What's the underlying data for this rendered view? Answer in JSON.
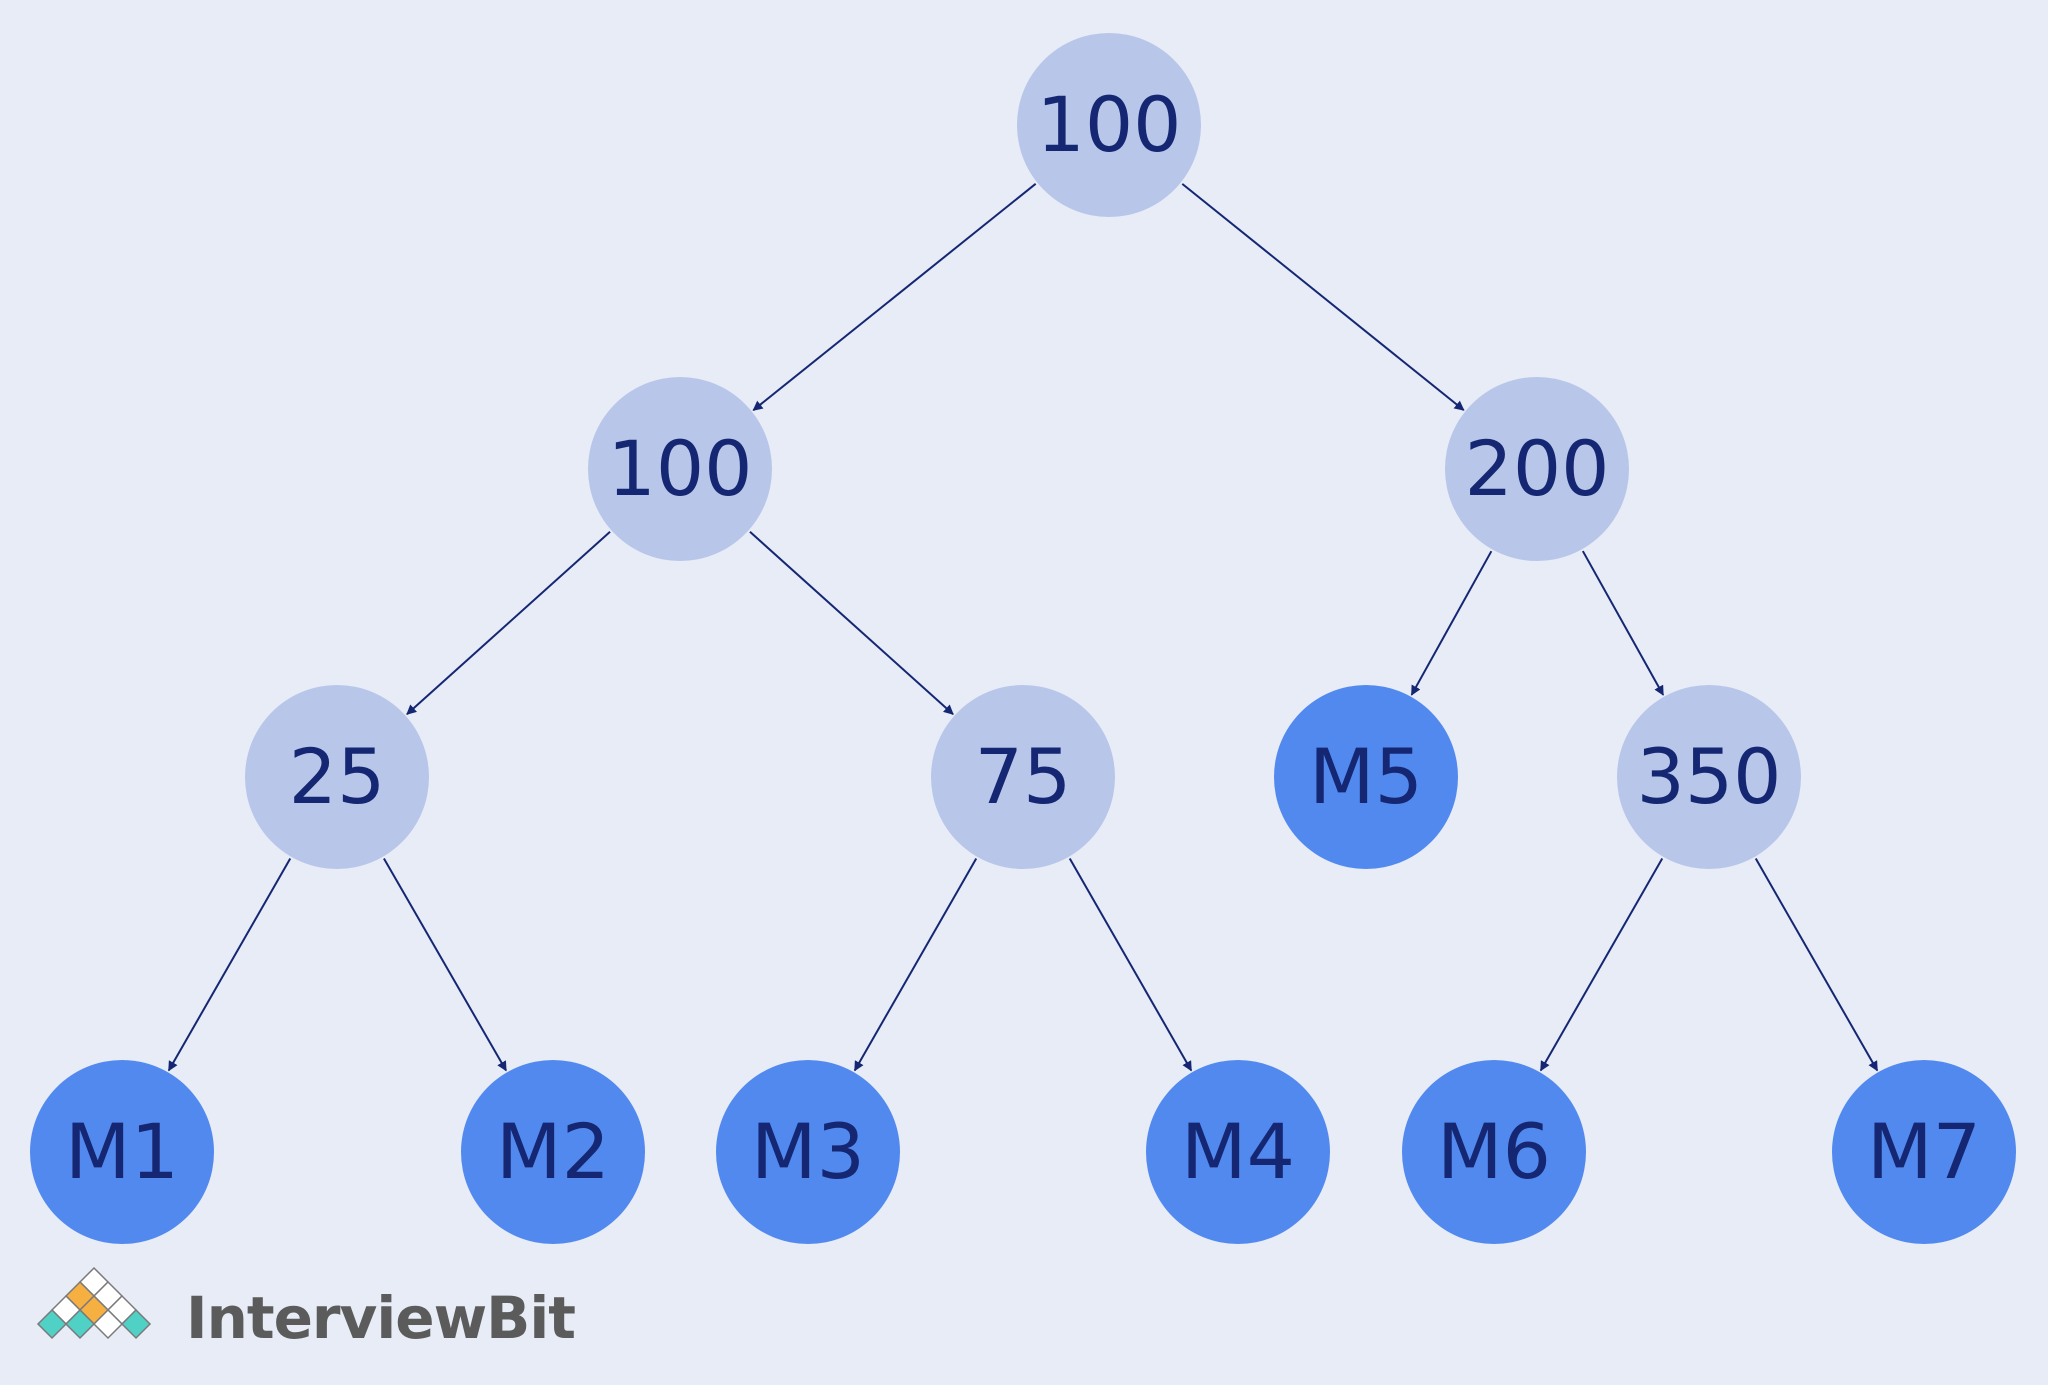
{
  "colors": {
    "background": "#e7ecf7",
    "internal_node": "#b8c6e9",
    "leaf_node": "#5289ef",
    "text": "#152772",
    "edge": "#152772"
  },
  "tree": {
    "nodes": [
      {
        "id": "root",
        "label": "100",
        "kind": "internal"
      },
      {
        "id": "l1-left",
        "label": "100",
        "kind": "internal"
      },
      {
        "id": "l1-right",
        "label": "200",
        "kind": "internal"
      },
      {
        "id": "l2-25",
        "label": "25",
        "kind": "internal"
      },
      {
        "id": "l2-75",
        "label": "75",
        "kind": "internal"
      },
      {
        "id": "leaf-m5",
        "label": "M5",
        "kind": "leaf"
      },
      {
        "id": "l2-350",
        "label": "350",
        "kind": "internal"
      },
      {
        "id": "leaf-m1",
        "label": "M1",
        "kind": "leaf"
      },
      {
        "id": "leaf-m2",
        "label": "M2",
        "kind": "leaf"
      },
      {
        "id": "leaf-m3",
        "label": "M3",
        "kind": "leaf"
      },
      {
        "id": "leaf-m4",
        "label": "M4",
        "kind": "leaf"
      },
      {
        "id": "leaf-m6",
        "label": "M6",
        "kind": "leaf"
      },
      {
        "id": "leaf-m7",
        "label": "M7",
        "kind": "leaf"
      }
    ],
    "edges": [
      {
        "from": "root",
        "to": "l1-left"
      },
      {
        "from": "root",
        "to": "l1-right"
      },
      {
        "from": "l1-left",
        "to": "l2-25"
      },
      {
        "from": "l1-left",
        "to": "l2-75"
      },
      {
        "from": "l1-right",
        "to": "leaf-m5"
      },
      {
        "from": "l1-right",
        "to": "l2-350"
      },
      {
        "from": "l2-25",
        "to": "leaf-m1"
      },
      {
        "from": "l2-25",
        "to": "leaf-m2"
      },
      {
        "from": "l2-75",
        "to": "leaf-m3"
      },
      {
        "from": "l2-75",
        "to": "leaf-m4"
      },
      {
        "from": "l2-350",
        "to": "leaf-m6"
      },
      {
        "from": "l2-350",
        "to": "leaf-m7"
      }
    ]
  },
  "brand": {
    "name": "InterviewBit",
    "logo_icon": "diamond-grid-logo-icon"
  }
}
